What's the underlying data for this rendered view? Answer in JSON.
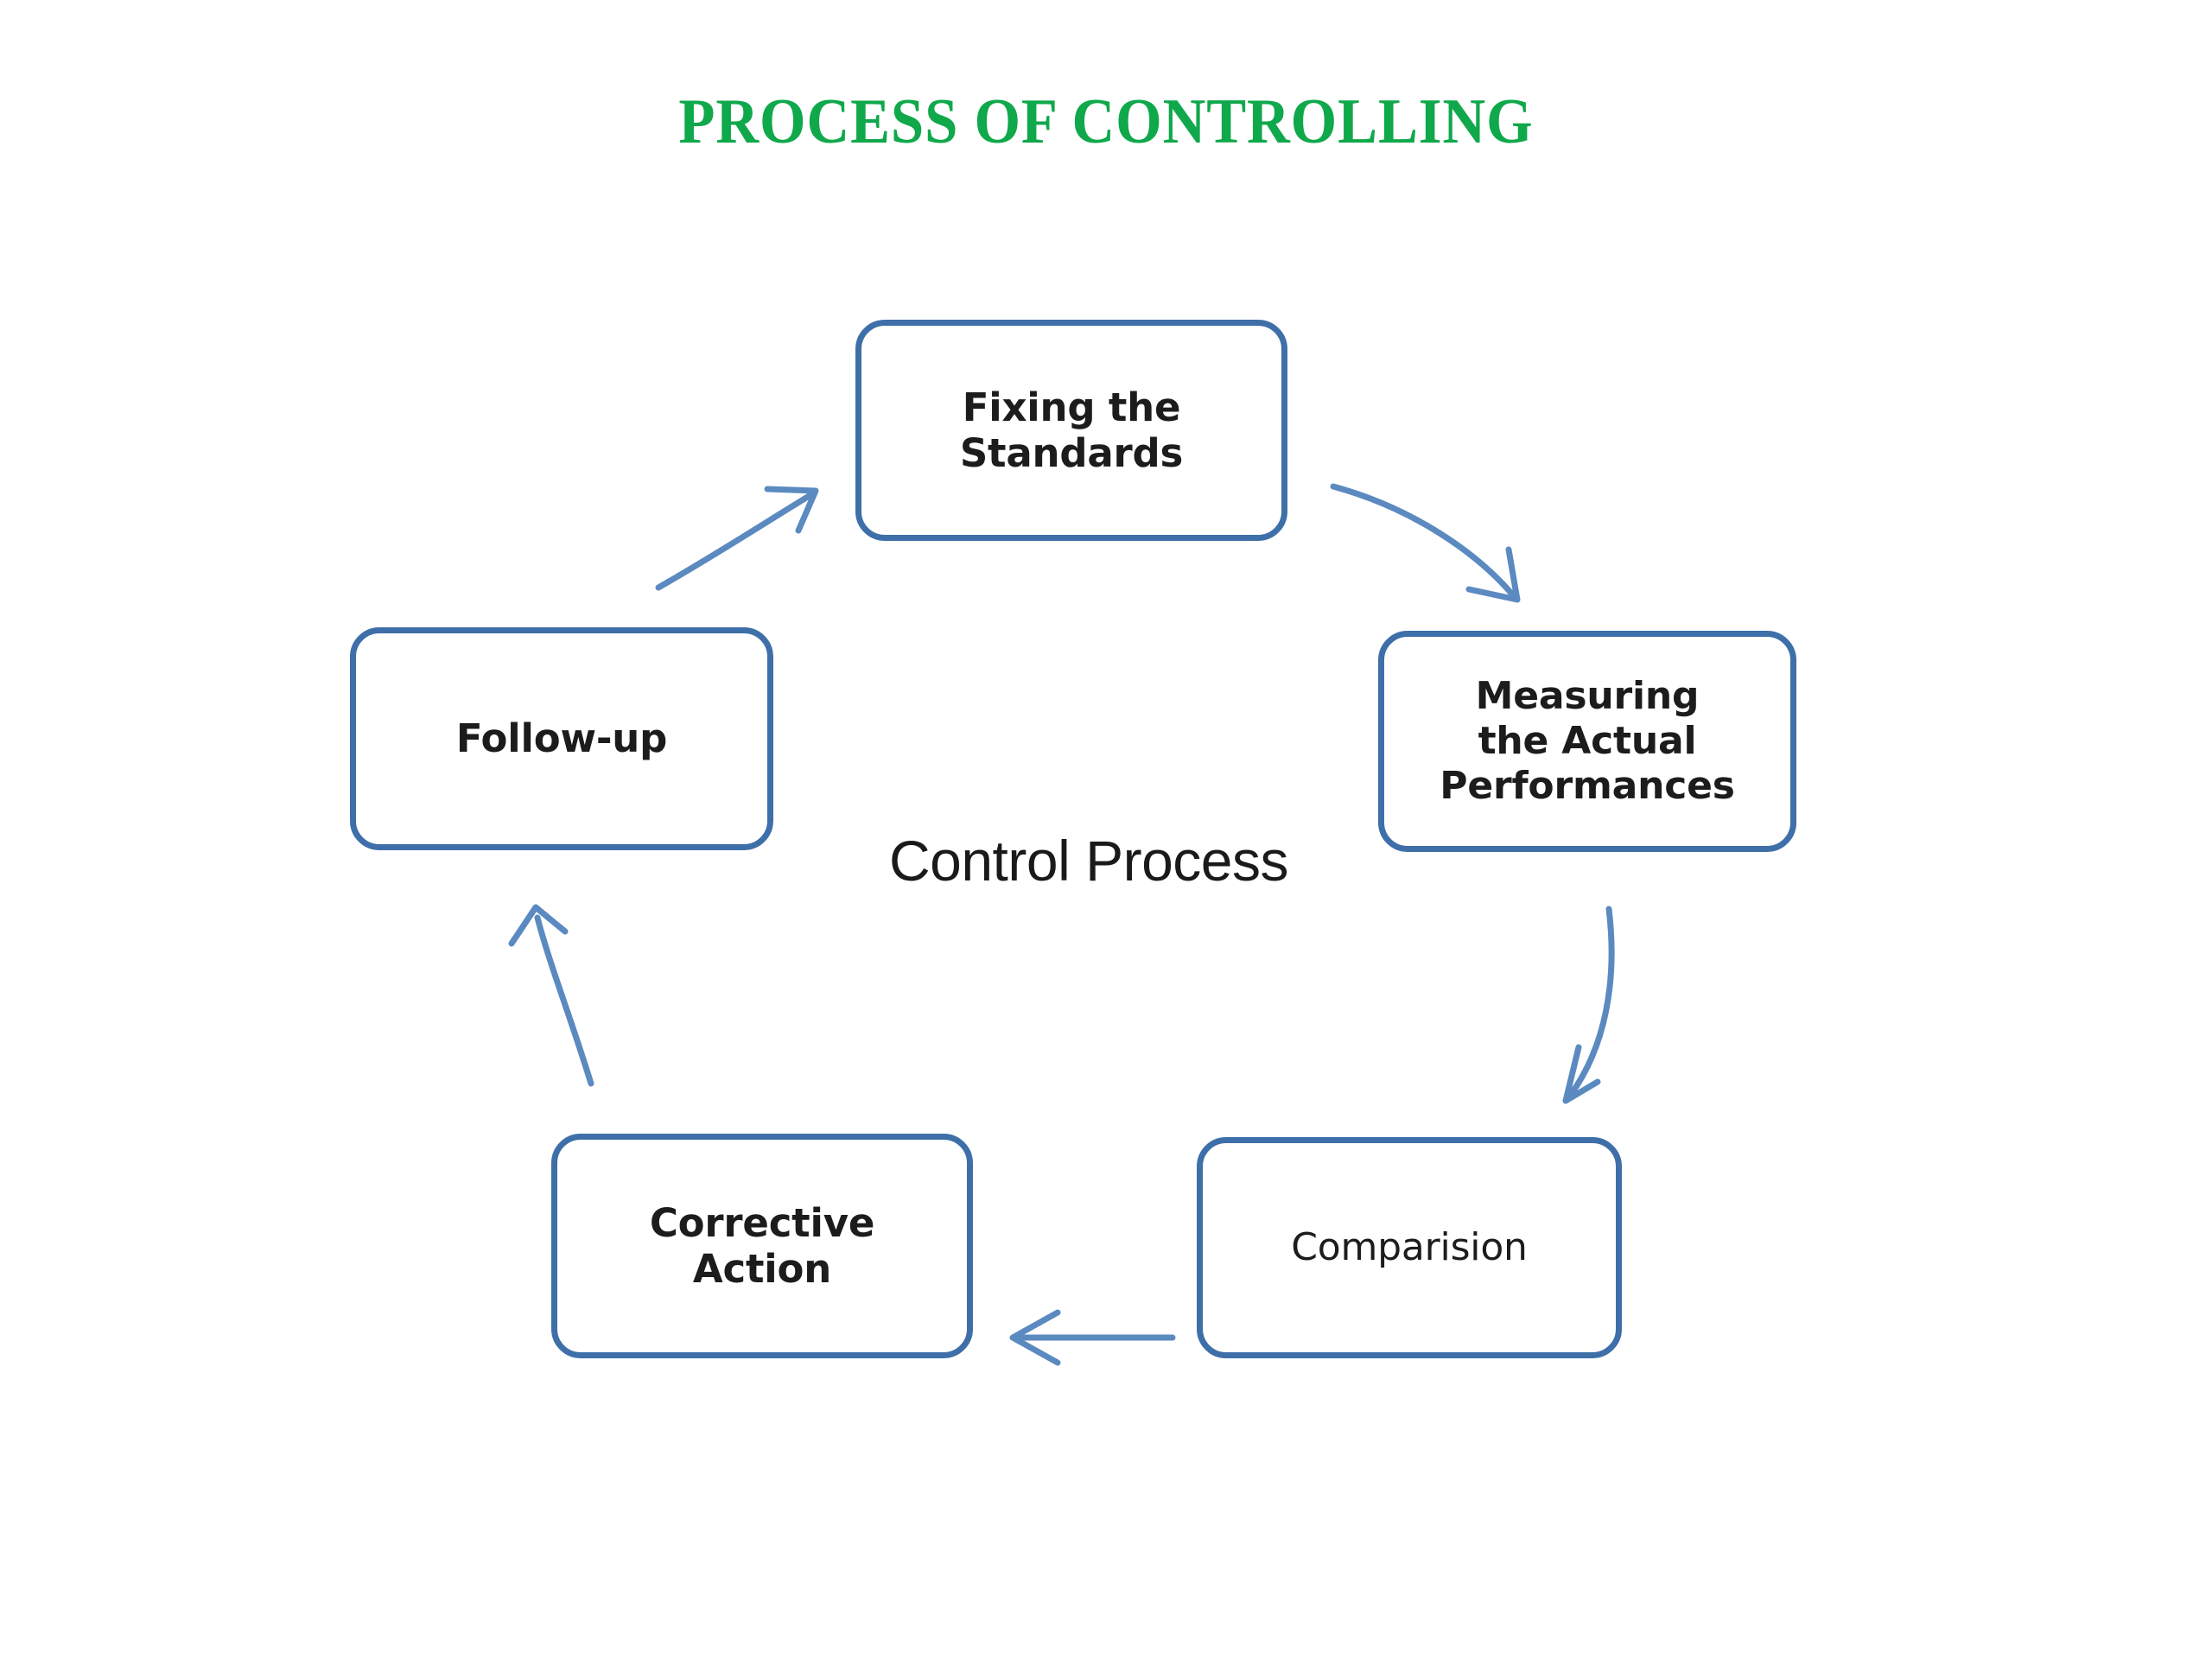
{
  "slide": {
    "title": "PROCESS OF CONTROLLING",
    "title_color": "#0FA84B",
    "background_color": "#FFFFFF"
  },
  "diagram": {
    "type": "cycle",
    "center_caption": "Control Process",
    "node_border_color": "#3E6FA8",
    "node_text_color": "#1C1C1C",
    "arrow_color": "#5B8AC0",
    "nodes": [
      {
        "id": "fixing",
        "label": "Fixing the\nStandards",
        "position": "top"
      },
      {
        "id": "measuring",
        "label": "Measuring\nthe Actual\nPerformances",
        "position": "right"
      },
      {
        "id": "comparision",
        "label": "Comparision",
        "position": "bottom-right"
      },
      {
        "id": "corrective",
        "label": "Corrective\nAction",
        "position": "bottom-left"
      },
      {
        "id": "followup",
        "label": "Follow-up",
        "position": "left"
      }
    ],
    "arrows": [
      {
        "id": "fixing-to-measuring",
        "from": "fixing",
        "to": "measuring",
        "direction": "down-right"
      },
      {
        "id": "measuring-to-comparision",
        "from": "measuring",
        "to": "comparision",
        "direction": "down-left"
      },
      {
        "id": "comparision-to-corrective",
        "from": "comparision",
        "to": "corrective",
        "direction": "left"
      },
      {
        "id": "corrective-to-followup",
        "from": "corrective",
        "to": "followup",
        "direction": "up"
      },
      {
        "id": "followup-to-fixing",
        "from": "followup",
        "to": "fixing",
        "direction": "up-right"
      }
    ]
  }
}
